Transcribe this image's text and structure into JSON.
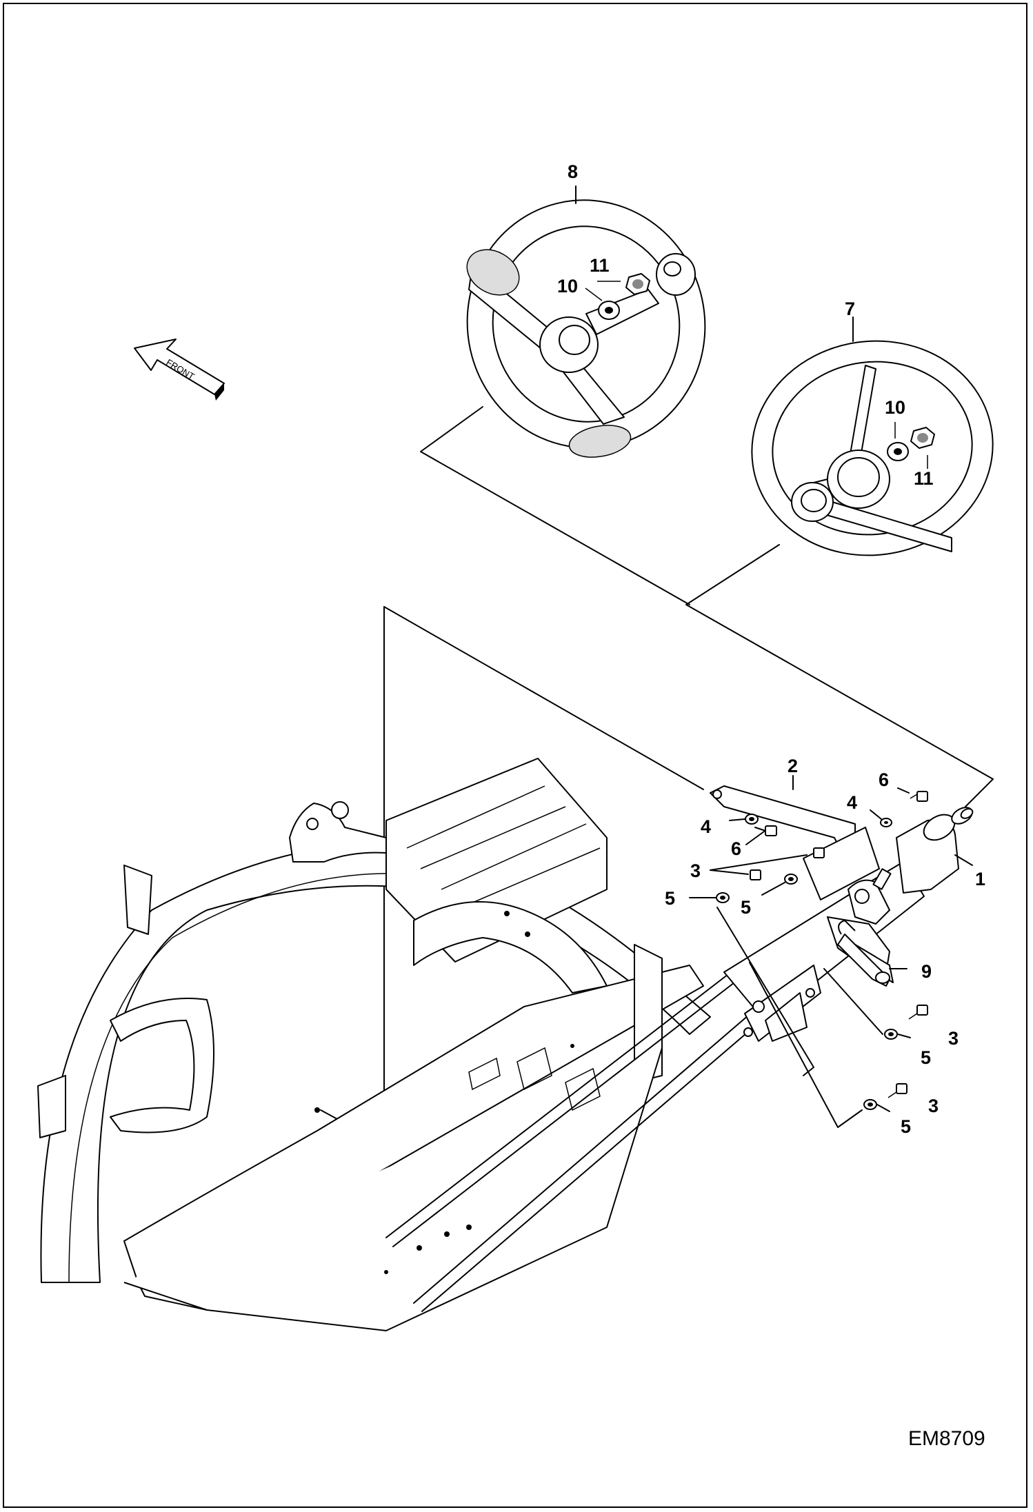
{
  "drawing": {
    "id": "EM8709",
    "front_arrow_label": "FRONT"
  },
  "callouts": [
    {
      "label": "8"
    },
    {
      "label": "11"
    },
    {
      "label": "10"
    },
    {
      "label": "7"
    },
    {
      "label": "10"
    },
    {
      "label": "11"
    },
    {
      "label": "2"
    },
    {
      "label": "6"
    },
    {
      "label": "4"
    },
    {
      "label": "4"
    },
    {
      "label": "6"
    },
    {
      "label": "3"
    },
    {
      "label": "1"
    },
    {
      "label": "5"
    },
    {
      "label": "5"
    },
    {
      "label": "9"
    },
    {
      "label": "3"
    },
    {
      "label": "5"
    },
    {
      "label": "3"
    },
    {
      "label": "5"
    }
  ]
}
